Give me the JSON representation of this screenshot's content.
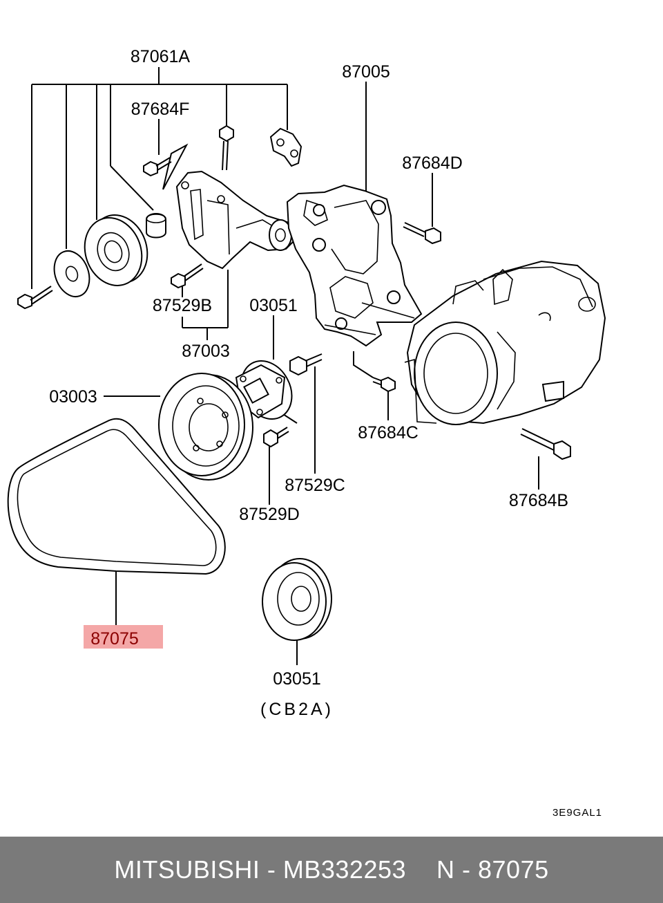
{
  "callouts": {
    "c87061A": "87061A",
    "c87005": "87005",
    "c87684F": "87684F",
    "c87684D": "87684D",
    "c87529B": "87529B",
    "c03051_top": "03051",
    "c87003": "87003",
    "c03003": "03003",
    "c87684C": "87684C",
    "c87529C": "87529C",
    "c87684B": "87684B",
    "c87529D": "87529D",
    "c87075": "87075",
    "c03051_bottom": "03051",
    "cb2a": "(CB2A)"
  },
  "highlight_color": "#f4a7a7",
  "highlight_text_color": "#8b0000",
  "diagram_code": "3E9GAL1",
  "footer": {
    "brand_part": "MITSUBISHI - MB332253",
    "ref": "N - 87075"
  }
}
